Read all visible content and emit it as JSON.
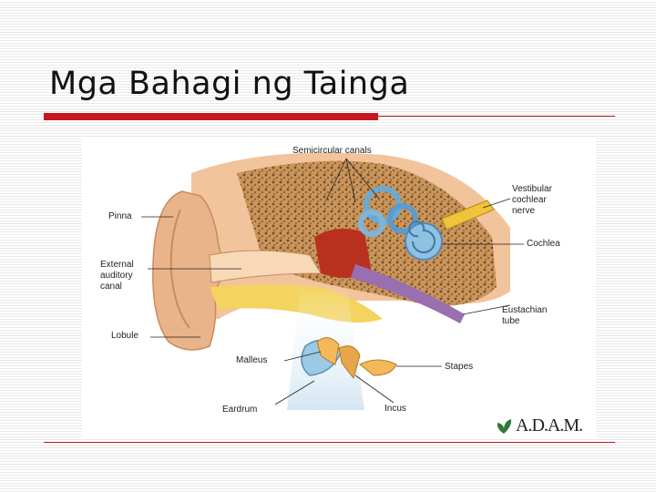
{
  "slide": {
    "title": "Mga Bahagi ng Tainga"
  },
  "diagram": {
    "labels": {
      "semicircular_canals": "Semicircular canals",
      "vestibular_cochlear_nerve": "Vestibular\ncochlear\nnerve",
      "pinna": "Pinna",
      "external_auditory_canal": "External\nauditory\ncanal",
      "cochlea": "Cochlea",
      "eustachian_tube": "Eustachian\ntube",
      "lobule": "Lobule",
      "malleus": "Malleus",
      "stapes": "Stapes",
      "eardrum": "Eardrum",
      "incus": "Incus"
    },
    "logo_text": "A.D.A.M.",
    "colors": {
      "accent_red": "#c8161e",
      "skin": "#eab48a",
      "bone": "#c98f58",
      "canal_blue": "#8fc1e0"
    }
  }
}
